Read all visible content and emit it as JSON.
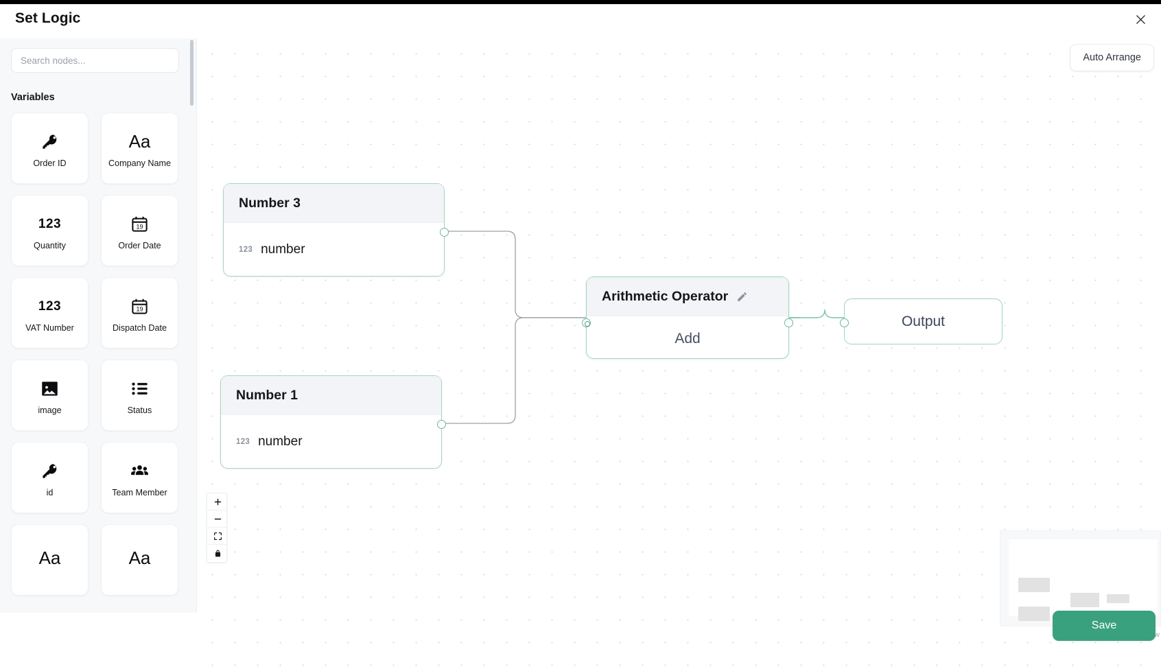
{
  "header": {
    "title": "Set Logic",
    "close_icon": "close-icon"
  },
  "sidebar": {
    "search": {
      "placeholder": "Search nodes...",
      "value": ""
    },
    "section_title": "Variables",
    "variables": [
      {
        "label": "Order ID",
        "icon": "key-icon"
      },
      {
        "label": "Company Name",
        "icon": "text-aa-icon"
      },
      {
        "label": "Quantity",
        "icon": "number-123-icon"
      },
      {
        "label": "Order Date",
        "icon": "calendar-19-icon"
      },
      {
        "label": "VAT Number",
        "icon": "number-123-icon"
      },
      {
        "label": "Dispatch Date",
        "icon": "calendar-19-icon"
      },
      {
        "label": "image",
        "icon": "image-icon"
      },
      {
        "label": "Status",
        "icon": "list-icon"
      },
      {
        "label": "id",
        "icon": "key-icon"
      },
      {
        "label": "Team Member",
        "icon": "team-icon"
      },
      {
        "label": "",
        "icon": "text-aa-icon"
      },
      {
        "label": "",
        "icon": "text-aa-icon"
      }
    ]
  },
  "canvas": {
    "auto_arrange_label": "Auto Arrange",
    "attribution": "React Flow",
    "nodes": [
      {
        "id": "number3",
        "title": "Number 3",
        "type_chip": "123",
        "field": "number"
      },
      {
        "id": "number1",
        "title": "Number 1",
        "type_chip": "123",
        "field": "number"
      },
      {
        "id": "operator",
        "title": "Arithmetic Operator",
        "operation": "Add",
        "edit_icon": "pencil-icon"
      },
      {
        "id": "output",
        "title": "Output"
      }
    ],
    "controls": [
      {
        "name": "zoom-in",
        "icon": "plus-icon"
      },
      {
        "name": "zoom-out",
        "icon": "minus-icon"
      },
      {
        "name": "fit-view",
        "icon": "fit-view-icon"
      },
      {
        "name": "lock",
        "icon": "lock-icon"
      }
    ]
  },
  "footer": {
    "save_label": "Save"
  },
  "colors": {
    "accent_green": "#3aa17e",
    "node_border": "#9ed3bd",
    "node_header_bg": "#f2f4f7",
    "edge_gray": "#9aa0a6",
    "edge_green": "#7cc4a5",
    "sidebar_bg": "#f7f8fa"
  }
}
